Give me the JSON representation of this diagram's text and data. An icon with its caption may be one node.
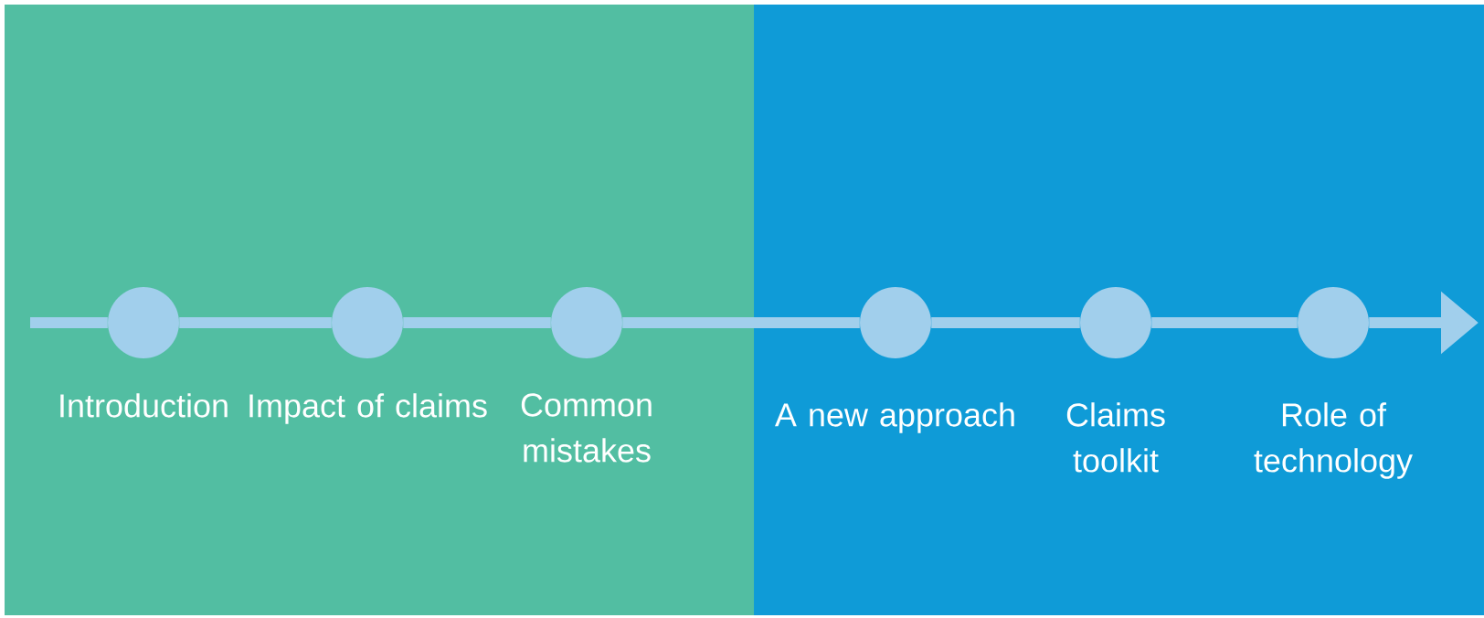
{
  "diagram": {
    "nodes": [
      {
        "text": [],
        "shape": "circle",
        "beside": [
          "Introduction"
        ]
      },
      {
        "text": [],
        "shape": "circle",
        "beside": [
          "Impact of claims"
        ]
      },
      {
        "text": [],
        "shape": "circle",
        "beside": [
          "Common mistakes"
        ]
      },
      {
        "text": [],
        "shape": "circle",
        "beside": [
          "A new approach"
        ]
      },
      {
        "text": [],
        "shape": "circle",
        "beside": [
          "Claims toolkit"
        ]
      },
      {
        "text": [],
        "shape": "circle",
        "beside": [
          "Role of technology"
        ]
      }
    ],
    "edges": [
      {
        "from": null,
        "to": 0,
        "arrow": "none"
      },
      {
        "from": 0,
        "to": 1,
        "arrow": "none"
      },
      {
        "from": 1,
        "to": 2,
        "arrow": "none"
      },
      {
        "from": 2,
        "to": 3,
        "arrow": "none"
      },
      {
        "from": 3,
        "to": 4,
        "arrow": "none"
      },
      {
        "from": 4,
        "to": 5,
        "arrow": "none"
      },
      {
        "from": 5,
        "to": null,
        "arrow": "to"
      }
    ]
  }
}
